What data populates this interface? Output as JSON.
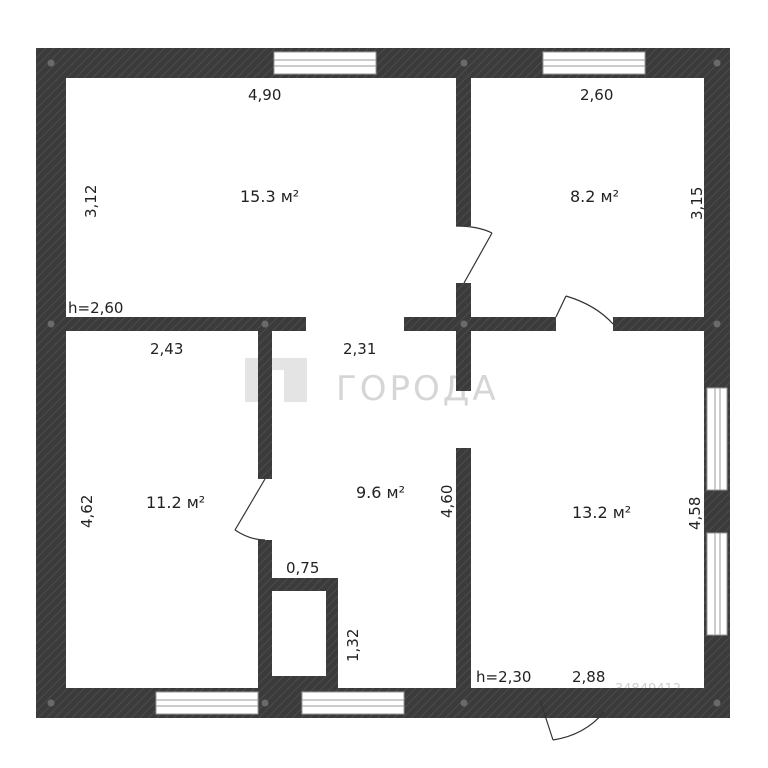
{
  "colors": {
    "wall": "#3b3b3b",
    "wall_hatch": "#555555",
    "window_frame": "#9a9a9a",
    "background": "#ffffff",
    "watermark": "#d6d6d6"
  },
  "watermark": {
    "brand": "ГОРОДА",
    "code": "34849412"
  },
  "rooms": {
    "living_room": {
      "area": "15.3",
      "unit": "м²"
    },
    "bedroom_small": {
      "area": "8.2",
      "unit": "м²"
    },
    "bedroom_left": {
      "area": "11.2",
      "unit": "м²"
    },
    "hall": {
      "area": "9.6",
      "unit": "м²"
    },
    "kitchen": {
      "area": "13.2",
      "unit": "м²"
    }
  },
  "dimensions": {
    "top_left_width": "4,90",
    "top_right_width": "2,60",
    "top_left_height": "3,12",
    "top_right_height": "3,15",
    "ceiling_height_top": "h=2,60",
    "left_room_width": "2,43",
    "hall_width": "2,31",
    "left_room_height": "4,62",
    "hall_height": "4,60",
    "right_room_height": "4,58",
    "closet_width": "0,75",
    "closet_height": "1,32",
    "ceiling_height_bottom": "h=2,30",
    "bottom_right_width": "2,88"
  }
}
